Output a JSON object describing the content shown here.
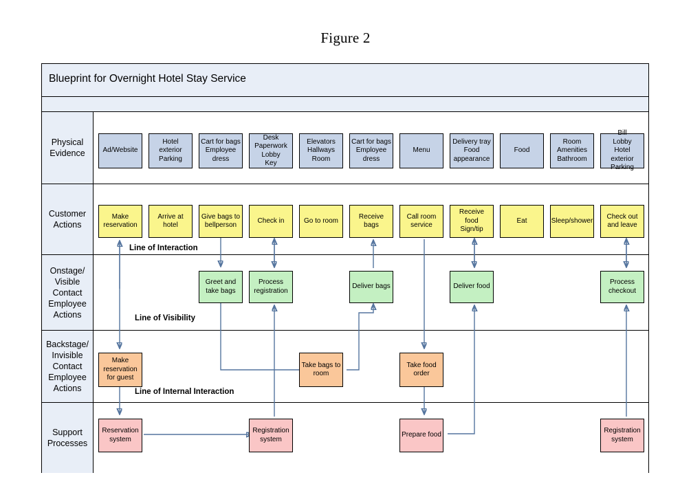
{
  "figure": {
    "caption": "Figure 2"
  },
  "blueprint": {
    "title": "Blueprint for Overnight Hotel Stay Service",
    "rows": [
      {
        "key": "physical_evidence",
        "label": "Physical\nEvidence"
      },
      {
        "key": "customer_actions",
        "label": "Customer\nActions"
      },
      {
        "key": "onstage",
        "label": "Onstage/\nVisible\nContact\nEmployee\nActions"
      },
      {
        "key": "backstage",
        "label": "Backstage/\nInvisible\nContact\nEmployee\nActions"
      },
      {
        "key": "support",
        "label": "Support\nProcesses"
      }
    ],
    "separators": [
      {
        "key": "line_of_interaction",
        "label": "Line of Interaction"
      },
      {
        "key": "line_of_visibility",
        "label": "Line of Visibility"
      },
      {
        "key": "line_of_internal_interaction",
        "label": "Line of Internal Interaction"
      }
    ],
    "colors": {
      "physical_evidence": "#c6d3e7",
      "customer_actions": "#faf58c",
      "onstage": "#c4f0c2",
      "backstage": "#fac79a",
      "support": "#fac6c6",
      "header_band": "#e8eef7",
      "connector": "#54749e",
      "frame": "#000000"
    },
    "physical_evidence": [
      "Ad/Website",
      "Hotel exterior\nParking",
      "Cart for bags\nEmployee\ndress",
      "Desk\nPaperwork\nLobby\nKey",
      "Elevators\nHallways\nRoom",
      "Cart for bags\nEmployee\ndress",
      "Menu",
      "Delivery tray\nFood\nappearance",
      "Food",
      "Room\nAmenities\nBathroom",
      "Bill\nLobby\nHotel exterior\nParking"
    ],
    "customer_actions": [
      "Make\nreservation",
      "Arrive at hotel",
      "Give bags to\nbellperson",
      "Check in",
      "Go to room",
      "Receive bags",
      "Call room\nservice",
      "Receive food\nSign/tip",
      "Eat",
      "Sleep/shower",
      "Check out\nand leave"
    ],
    "onstage_actions": [
      "Greet and\ntake bags",
      "Process\nregistration",
      "Deliver bags",
      "Deliver food",
      "Process\ncheckout"
    ],
    "backstage_actions": [
      "Make\nreservation\nfor guest",
      "Take bags to\nroom",
      "Take food\norder"
    ],
    "support_processes": [
      "Reservation\nsystem",
      "Registration\nsystem",
      "Prepare food",
      "Registration\nsystem"
    ]
  }
}
